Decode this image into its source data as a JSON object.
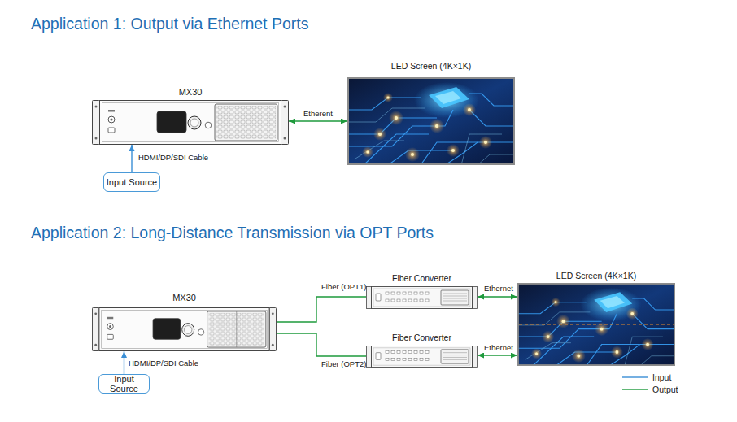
{
  "diagram": {
    "nodes": [
      {
        "text": [
          "MX30"
        ]
      },
      {
        "text": [
          "LED Screen (4K×1K)"
        ]
      },
      {
        "text": [
          "Input Source"
        ]
      },
      {
        "text": [
          "MX30"
        ]
      },
      {
        "text": [
          "Fiber Converter"
        ]
      },
      {
        "text": [
          "Fiber Converter"
        ]
      },
      {
        "text": [
          "LED Screen (4K×1K)"
        ]
      },
      {
        "text": [
          "Input Source"
        ]
      }
    ],
    "edges": [
      {
        "from": 2,
        "to": 0,
        "label": "HDMI/DP/SDI Cable",
        "arrow": "to"
      },
      {
        "from": 0,
        "to": 1,
        "label": "Etherent",
        "arrow": "both"
      },
      {
        "from": 7,
        "to": 3,
        "label": "HDMI/DP/SDI Cable",
        "arrow": "to"
      },
      {
        "from": 3,
        "to": 4,
        "label": "Fiber (OPT1)",
        "arrow": "none"
      },
      {
        "from": 4,
        "to": 6,
        "label": "Ethernet",
        "arrow": "both"
      },
      {
        "from": 3,
        "to": 5,
        "label": "Fiber (OPT2)",
        "arrow": "none"
      },
      {
        "from": 5,
        "to": 6,
        "label": "Ethernet",
        "arrow": "both"
      }
    ],
    "labels": [
      "Application 1: Output via Ethernet Ports",
      "Application 2: Long-Distance Transmission via OPT Ports"
    ],
    "legend": [
      {
        "text": "Input"
      },
      {
        "text": "Output"
      }
    ]
  }
}
